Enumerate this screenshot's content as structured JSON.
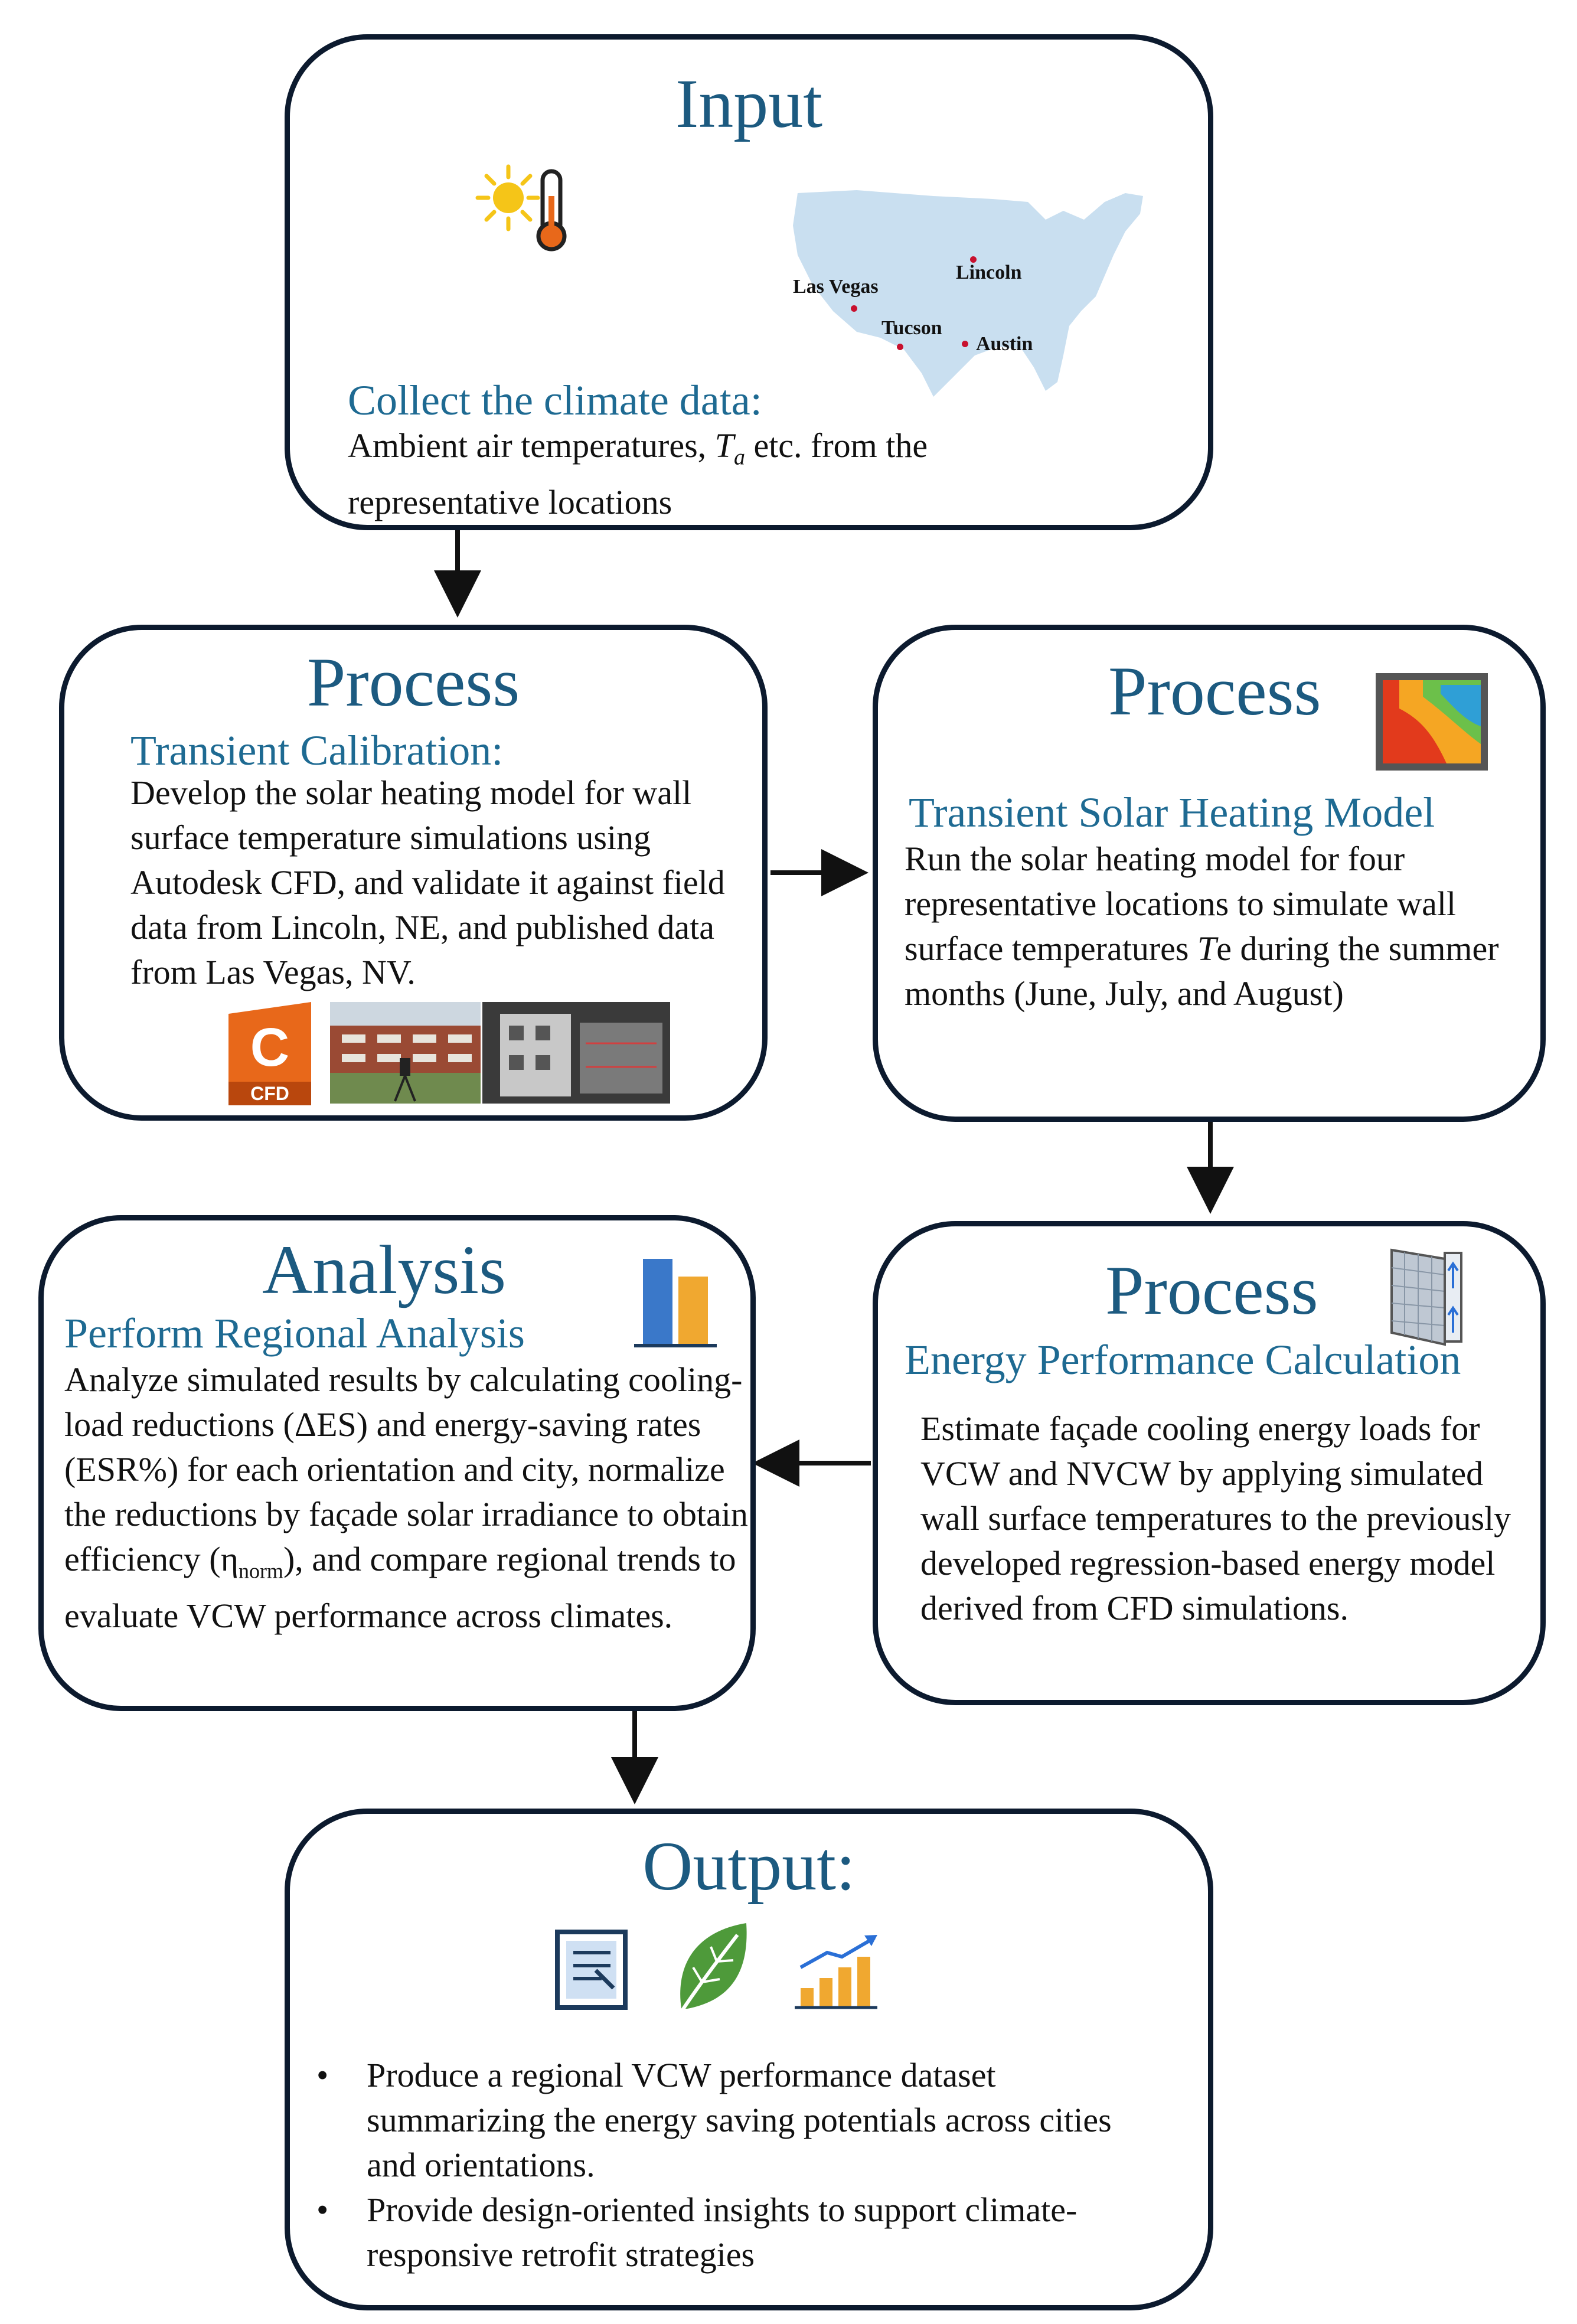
{
  "input": {
    "title": "Input",
    "subtitle": "Collect the climate data:",
    "body_pre": "Ambient air temperatures, ",
    "body_var": "T",
    "body_sub": "a",
    "body_post": " etc. from the representative locations",
    "map_cities": [
      "Las Vegas",
      "Lincoln",
      "Tucson",
      "Austin"
    ],
    "icon": "sun-thermometer-icon"
  },
  "calibration": {
    "title": "Process",
    "subtitle": "Transient Calibration:",
    "body": "Develop the solar heating model for wall surface temperature simulations using Autodesk CFD, and validate it against field data from Lincoln, NE, and published data from Las Vegas, NV.",
    "logo_letter": "C",
    "logo_text": "CFD"
  },
  "solar_model": {
    "title": "Process",
    "subtitle": "Transient Solar Heating Model",
    "body_pre": "Run the solar heating model for four representative locations to simulate wall surface temperatures ",
    "body_var": "T",
    "body_post": "e during the summer months (June, July, and August)",
    "icon": "heatmap-icon"
  },
  "energy": {
    "title": "Process",
    "subtitle": "Energy Performance Calculation",
    "body": "Estimate façade cooling energy loads for VCW and NVCW by applying simulated wall surface temperatures to the previously developed regression-based energy model derived from CFD simulations.",
    "icon": "vent-panel-icon"
  },
  "analysis": {
    "title": "Analysis",
    "subtitle": "Perform Regional Analysis",
    "body_pre": "Analyze simulated results by calculating cooling-load reductions (ΔES) and energy-saving rates (ESR%) for each orientation and city, normalize the reductions by façade solar irradiance to obtain efficiency (η",
    "body_sub": "norm",
    "body_post": "), and compare regional trends to evaluate VCW performance across climates.",
    "icon": "bar-chart-icon"
  },
  "output": {
    "title": "Output:",
    "bullets": [
      "Produce a regional VCW performance dataset summarizing the energy saving potentials across cities and orientations.",
      "Provide design-oriented insights to support climate-responsive retrofit strategies"
    ],
    "icons": [
      "document-icon",
      "leaf-icon",
      "growth-chart-icon"
    ]
  },
  "colors": {
    "heading": "#1c5a80",
    "border": "#0c1a2e",
    "cfd_orange": "#e8681a",
    "bar_blue": "#3a78c9",
    "bar_orange": "#f0a830"
  }
}
